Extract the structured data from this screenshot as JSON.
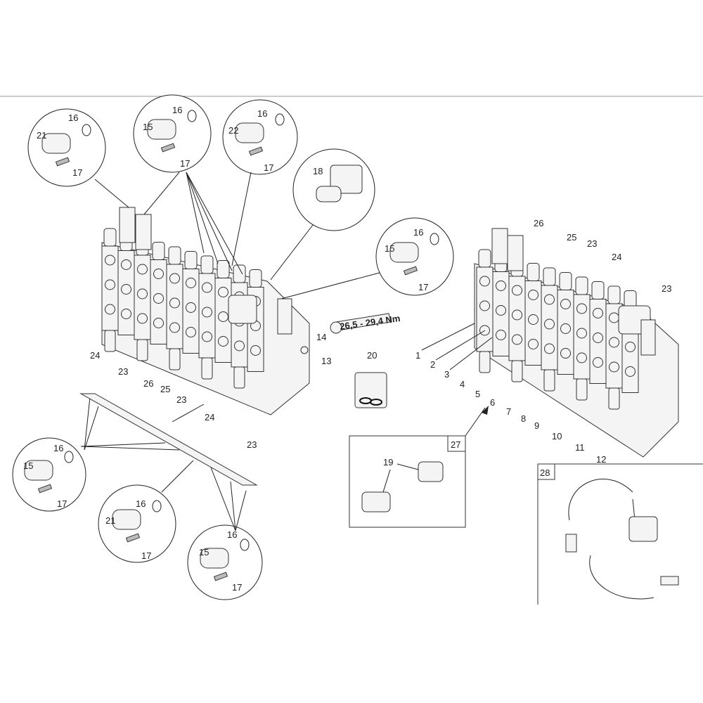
{
  "diagram": {
    "torque_spec": "26,5 - 29,4 Nm",
    "detail_circles": [
      {
        "id": "A",
        "labels": [
          "16",
          "21",
          "17"
        ]
      },
      {
        "id": "B",
        "labels": [
          "16",
          "15",
          "17"
        ]
      },
      {
        "id": "C",
        "labels": [
          "16",
          "22",
          "17"
        ]
      },
      {
        "id": "D",
        "labels": [
          "18"
        ]
      },
      {
        "id": "E",
        "labels": [
          "16",
          "15",
          "17"
        ]
      },
      {
        "id": "F",
        "labels": [
          "16",
          "15",
          "17"
        ]
      },
      {
        "id": "G",
        "labels": [
          "16",
          "21",
          "17"
        ]
      },
      {
        "id": "H",
        "labels": [
          "16",
          "15",
          "17"
        ]
      }
    ],
    "left_valve_labels": [
      "24",
      "23",
      "26",
      "25",
      "23",
      "24",
      "23"
    ],
    "torque_labels": [
      "14",
      "13"
    ],
    "seal_kit_label": "20",
    "right_valve_labels": [
      "1",
      "2",
      "3",
      "4",
      "5",
      "6",
      "7",
      "8",
      "9",
      "10",
      "11",
      "12",
      "26",
      "25",
      "23",
      "24",
      "23"
    ],
    "box27": {
      "label": "27",
      "part": "19"
    },
    "box28": {
      "label": "28"
    }
  }
}
